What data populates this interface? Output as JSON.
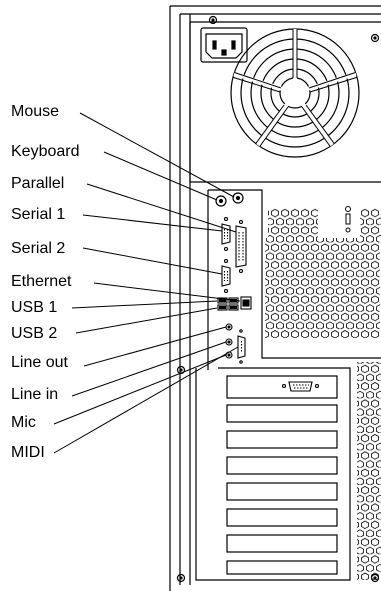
{
  "labels": {
    "mouse": "Mouse",
    "keyboard": "Keyboard",
    "parallel": "Parallel",
    "serial1": "Serial 1",
    "serial2": "Serial 2",
    "ethernet": "Ethernet",
    "usb1": "USB 1",
    "usb2": "USB 2",
    "line_out": "Line out",
    "line_in": "Line in",
    "mic": "Mic",
    "midi": "MIDI"
  },
  "colors": {
    "line": "#000000",
    "background": "#ffffff"
  }
}
